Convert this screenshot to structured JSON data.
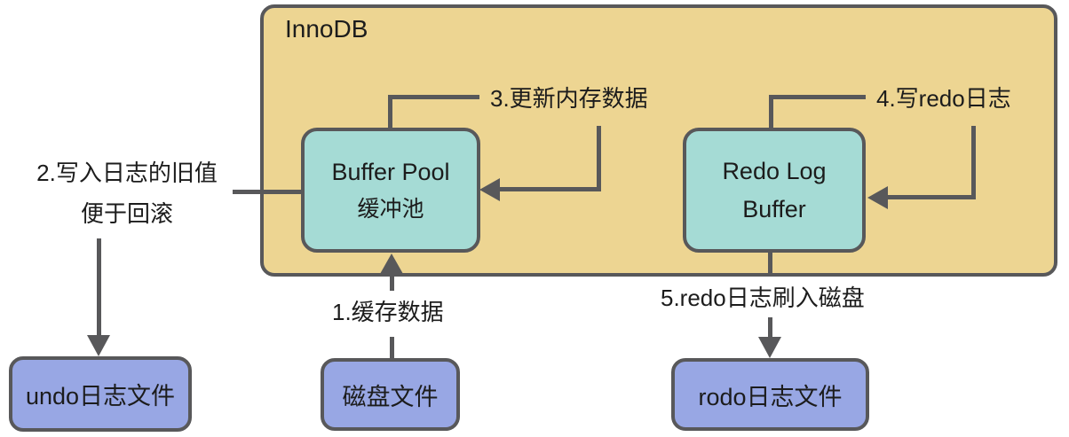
{
  "title": "InnoDB",
  "colors": {
    "container_fill": "#EDD592",
    "memory_node_fill": "#A5DBD5",
    "file_node_fill": "#98A7E4",
    "stroke": "#58585A",
    "text": "#1C1C1C",
    "background": "#FFFFFF"
  },
  "nodes": {
    "buffer_pool": {
      "line1": "Buffer Pool",
      "line2": "缓冲池"
    },
    "redo_log_buffer": {
      "line1": "Redo Log",
      "line2": "Buffer"
    },
    "undo_log_file": {
      "label": "undo日志文件"
    },
    "disk_file": {
      "label": "磁盘文件"
    },
    "redo_log_file": {
      "label": "rodo日志文件"
    }
  },
  "annotations": {
    "step1": {
      "text": "1.缓存数据"
    },
    "step2": {
      "line1": "2.写入日志的旧值",
      "line2": "便于回滚"
    },
    "step3": {
      "text": "3.更新内存数据"
    },
    "step4": {
      "text": "4.写redo日志"
    },
    "step5": {
      "text": "5.redo日志刷入磁盘"
    }
  }
}
